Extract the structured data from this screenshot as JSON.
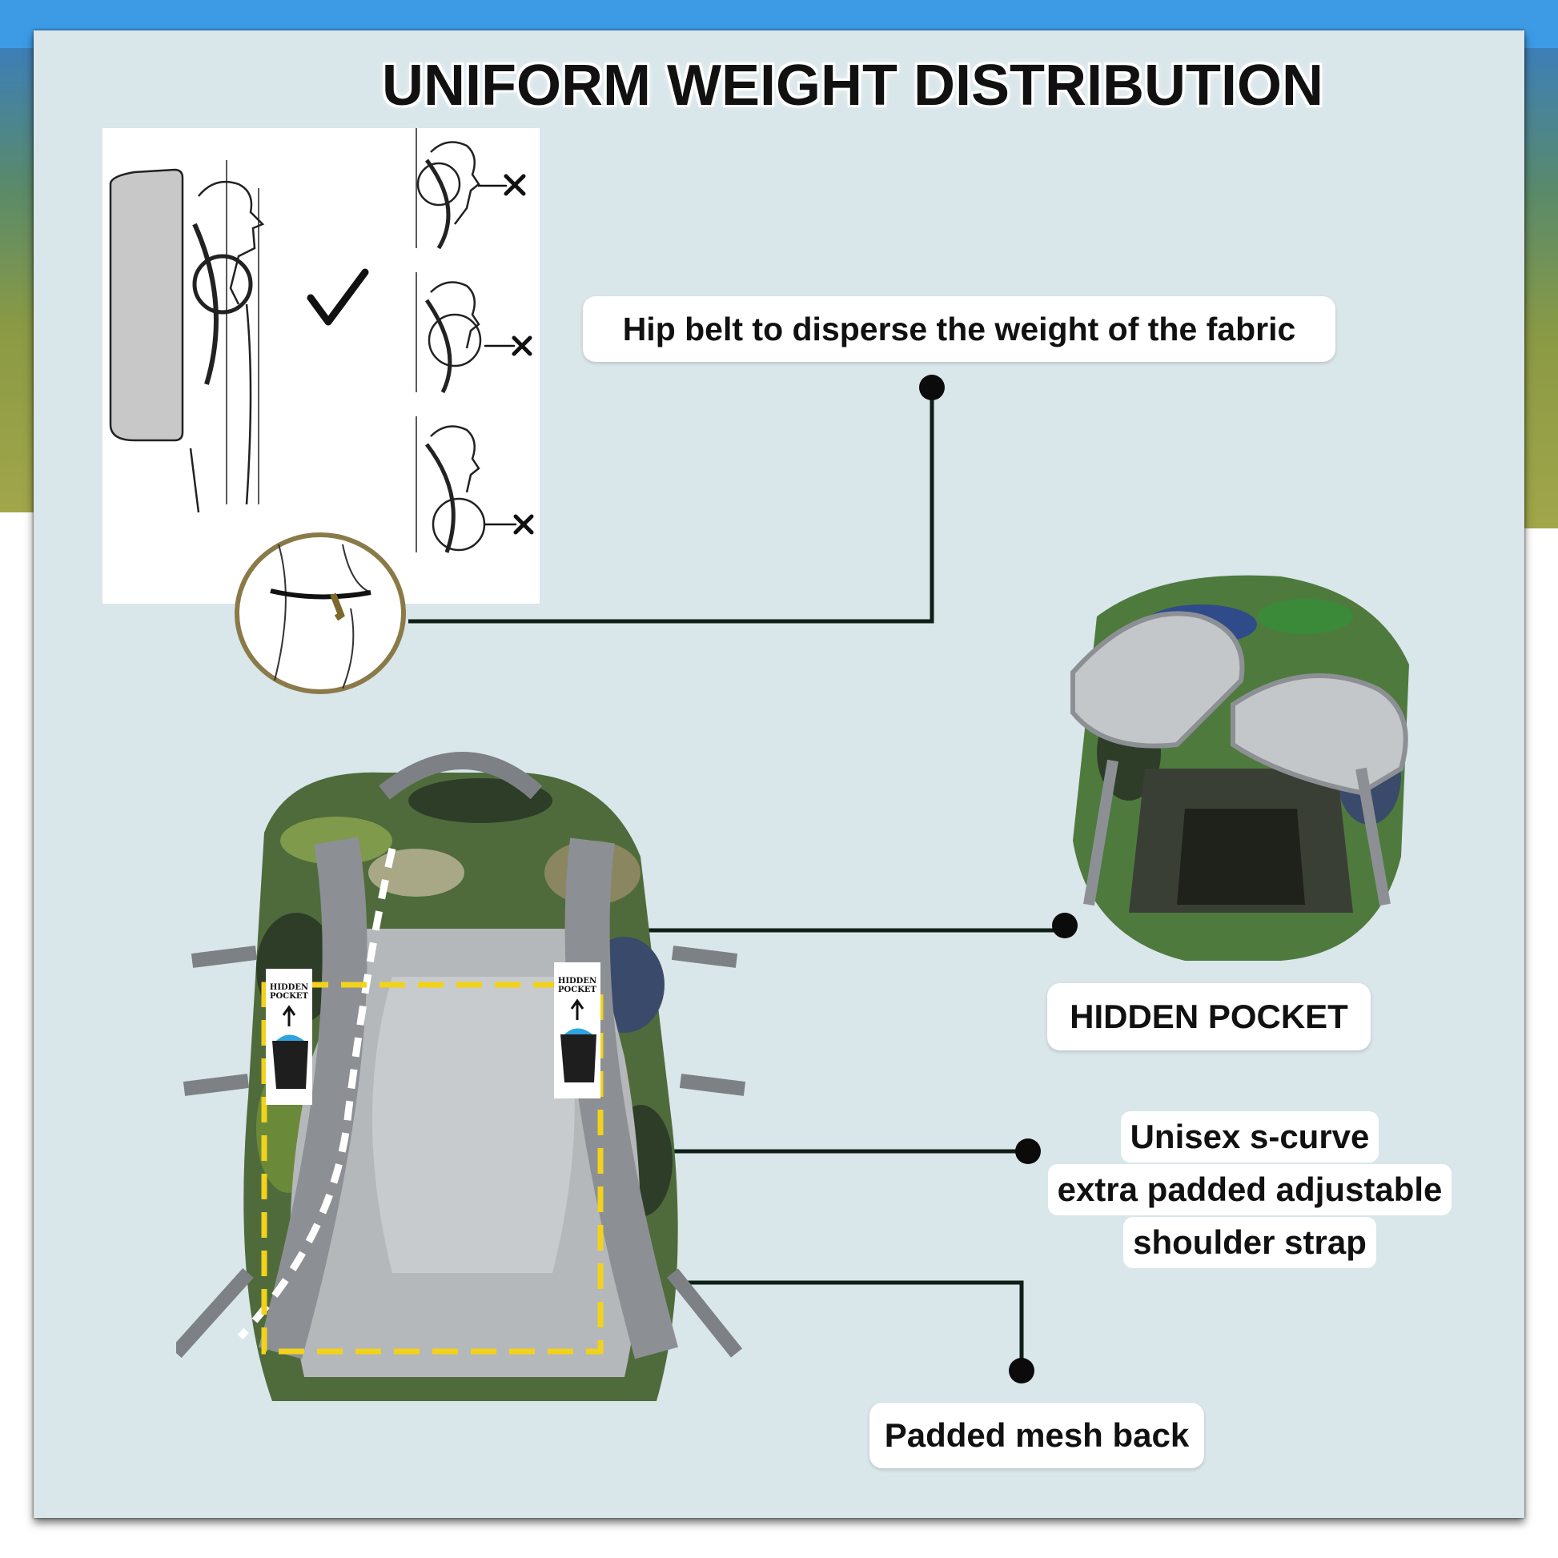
{
  "title": "UNIFORM WEIGHT DISTRIBUTION",
  "callouts": {
    "hip_belt": "Hip belt to disperse the weight of the fabric",
    "hidden_pocket": "HIDDEN POCKET",
    "strap_line1": "Unisex s-curve",
    "strap_line2": "extra padded adjustable",
    "strap_line3": "shoulder strap",
    "mesh_back": "Padded mesh back"
  },
  "pocket_tag": {
    "line1": "HIDDEN",
    "line2": "POCKET"
  },
  "colors": {
    "panel": "#d9e6ea",
    "camo_dark": "#3a4a2e",
    "camo_green": "#4f8a3a",
    "camo_tan": "#8a8660",
    "strap_gray": "#8c9094",
    "dash_yellow": "#f2d21b"
  },
  "icons": {
    "correct_posture": "check-mark-icon",
    "wrong_posture": "x-mark-icon"
  }
}
